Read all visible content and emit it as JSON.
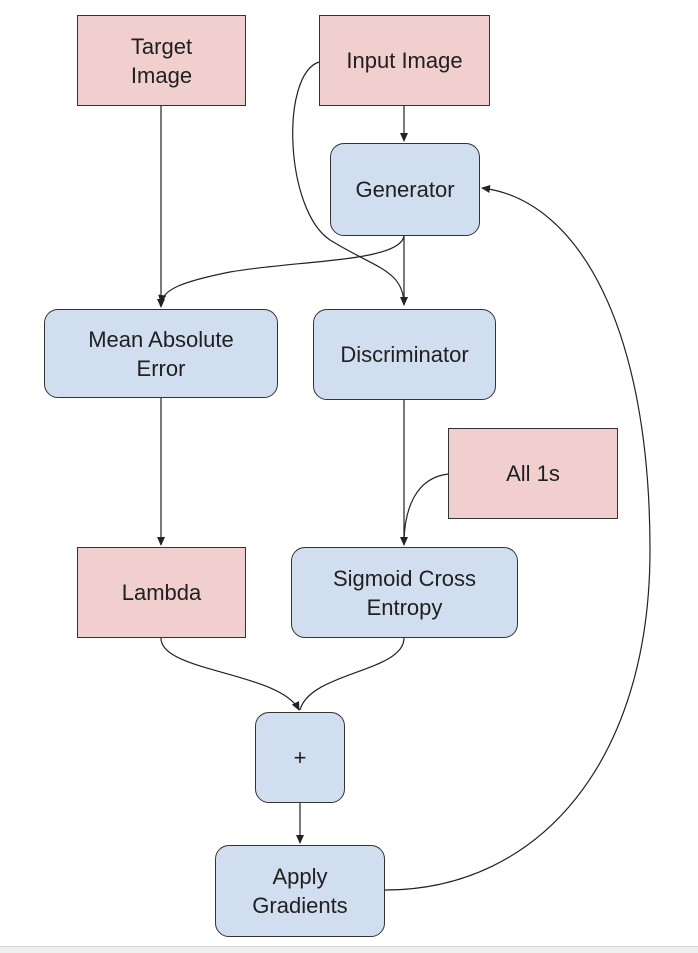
{
  "diagram": {
    "colors": {
      "data_node_fill": "#f1cfcf",
      "operation_node_fill": "#d1def0",
      "stroke": "#333333",
      "text": "#202020"
    },
    "nodes": {
      "target_image": "Target\nImage",
      "input_image": "Input Image",
      "generator": "Generator",
      "mean_absolute_error": "Mean Absolute\nError",
      "discriminator": "Discriminator",
      "all_1s": "All 1s",
      "lambda": "Lambda",
      "sigmoid_cross_entropy": "Sigmoid Cross\nEntropy",
      "plus": "+",
      "apply_gradients": "Apply\nGradients"
    },
    "edges": [
      {
        "from": "input_image",
        "to": "generator"
      },
      {
        "from": "input_image",
        "to": "discriminator"
      },
      {
        "from": "target_image",
        "to": "mean_absolute_error"
      },
      {
        "from": "generator",
        "to": "mean_absolute_error"
      },
      {
        "from": "generator",
        "to": "discriminator"
      },
      {
        "from": "mean_absolute_error",
        "to": "lambda"
      },
      {
        "from": "discriminator",
        "to": "sigmoid_cross_entropy"
      },
      {
        "from": "all_1s",
        "to": "sigmoid_cross_entropy"
      },
      {
        "from": "lambda",
        "to": "plus"
      },
      {
        "from": "sigmoid_cross_entropy",
        "to": "plus"
      },
      {
        "from": "plus",
        "to": "apply_gradients"
      },
      {
        "from": "apply_gradients",
        "to": "generator"
      }
    ]
  }
}
